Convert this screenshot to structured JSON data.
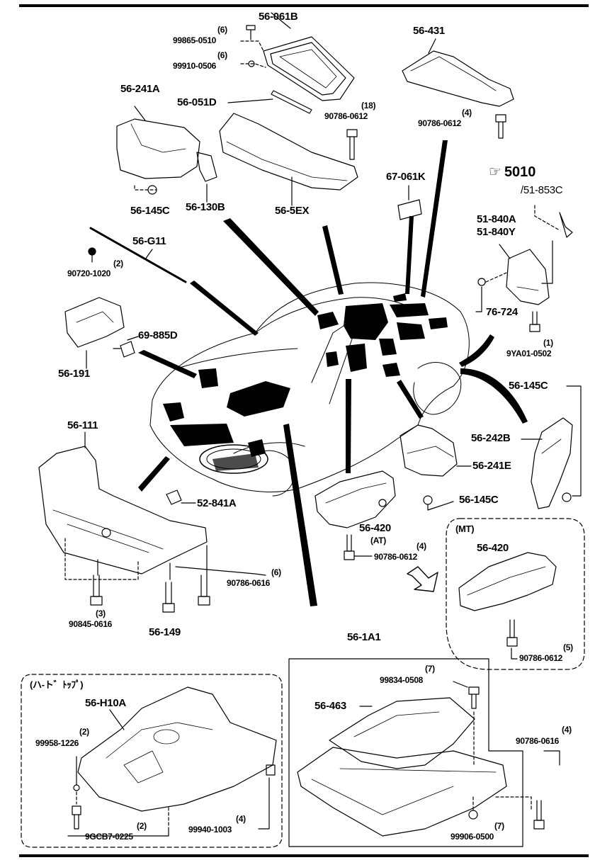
{
  "reference": {
    "icon": "pointing-hand-icon",
    "number": "5010",
    "sub": "/51-853C"
  },
  "labels": {
    "p56_061B": "56-061B",
    "q6a": "(6)",
    "p99865": "99865-0510",
    "q6b": "(6)",
    "p99910": "99910-0506",
    "p56_431": "56-431",
    "p56_241A": "56-241A",
    "p56_051D": "56-051D",
    "q18": "(18)",
    "p90786_0612a": "90786-0612",
    "q4a": "(4)",
    "p90786_0612b": "90786-0612",
    "p67_061K": "67-061K",
    "p56_145C_a": "56-145C",
    "p56_130B": "56-130B",
    "p56_5EX": "56-5EX",
    "p56_G11": "56-G11",
    "q2a": "(2)",
    "p90720": "90720-1020",
    "p51_840A": "51-840A",
    "p51_840Y": "51-840Y",
    "p76_724": "76-724",
    "q1": "(1)",
    "p9YA01": "9YA01-0502",
    "p69_885D": "69-885D",
    "p56_191": "56-191",
    "p56_145C_b": "56-145C",
    "p56_111": "56-111",
    "p56_242B": "56-242B",
    "p56_241E": "56-241E",
    "p52_841A": "52-841A",
    "p56_145C_c": "56-145C",
    "mt": "(MT)",
    "p56_420_a": "56-420",
    "at": "(AT)",
    "p56_420_b": "56-420",
    "q4b": "(4)",
    "p90786_0612c": "90786-0612",
    "q6c": "(6)",
    "p90786_0616a": "90786-0616",
    "q3": "(3)",
    "p90845": "90845-0616",
    "p56_149": "56-149",
    "q5": "(5)",
    "p90786_0612d": "90786-0612",
    "p56_1A1": "56-1A1",
    "hardtop": "(ハ-ト゛ﾄｯﾌﾟ)",
    "q7a": "(7)",
    "p99834": "99834-0508",
    "p56_H10A": "56-H10A",
    "p56_463": "56-463",
    "q2b": "(2)",
    "p99958": "99958-1226",
    "q4c": "(4)",
    "p90786_0616b": "90786-0616",
    "q2c": "(2)",
    "p9GCB7": "9GCB7-0225",
    "q4d": "(4)",
    "p99940": "99940-1003",
    "q7b": "(7)",
    "p99906": "99906-0500"
  }
}
